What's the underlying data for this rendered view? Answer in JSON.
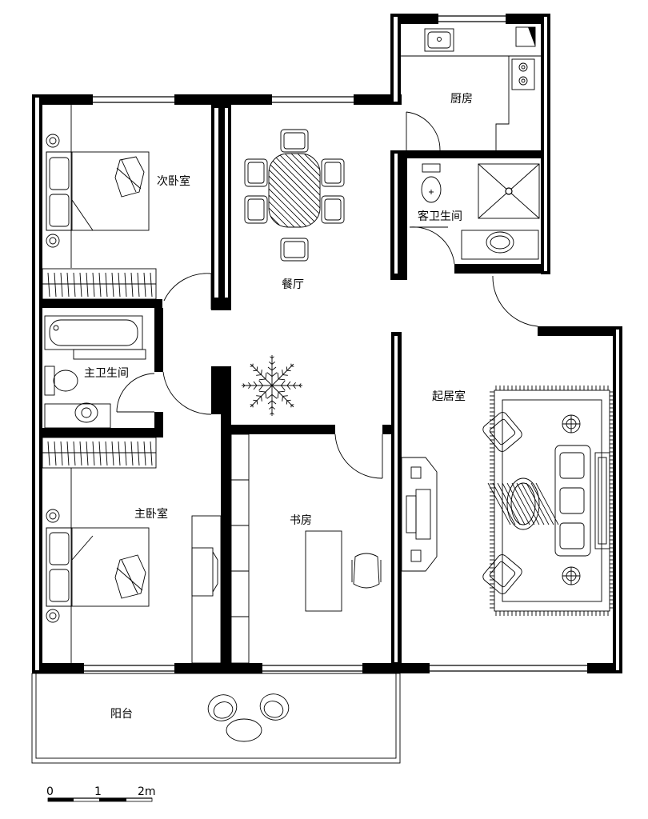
{
  "rooms": {
    "kitchen": "厨房",
    "second_bedroom": "次卧室",
    "dining": "餐厅",
    "guest_bath": "客卫生间",
    "master_bath": "主卫生间",
    "living": "起居室",
    "master_bedroom": "主卧室",
    "study": "书房",
    "balcony": "阳台"
  },
  "scale_bar": {
    "ticks": [
      "0",
      "1",
      "2m"
    ]
  }
}
